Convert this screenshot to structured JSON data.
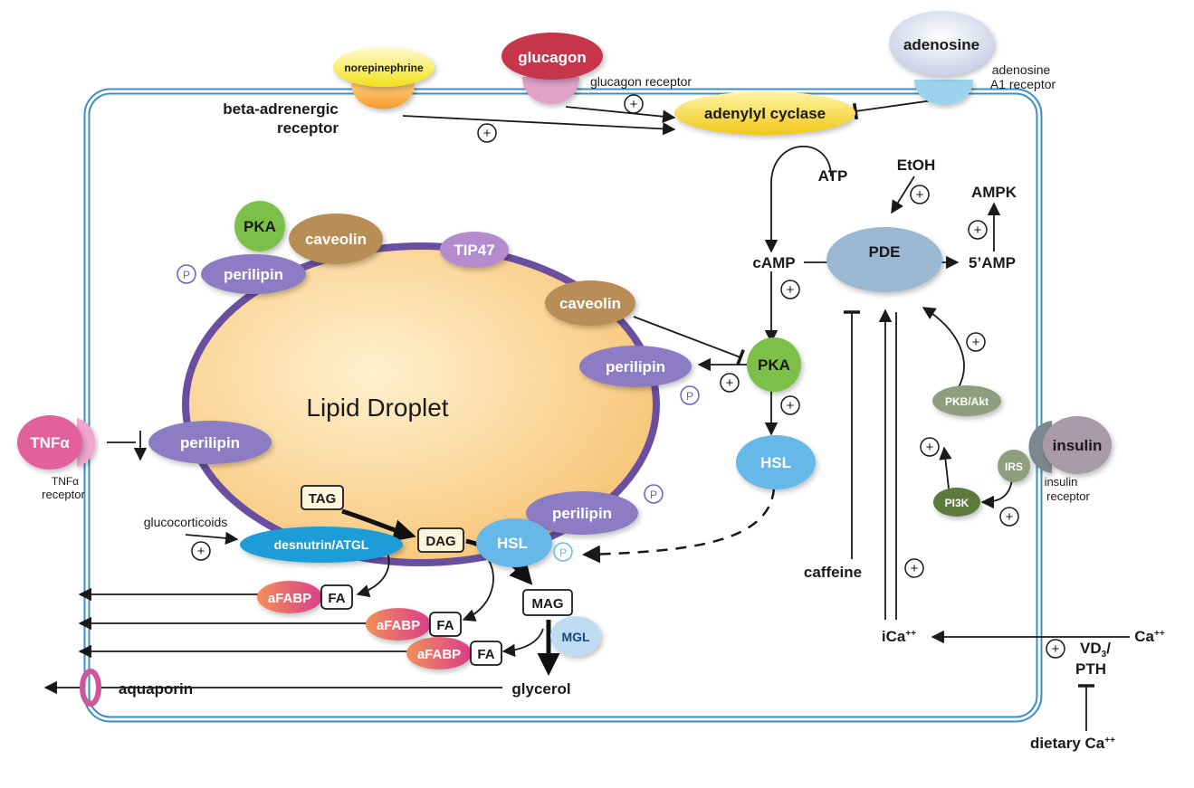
{
  "labels": {
    "norepinephrine": "norepinephrine",
    "glucagon": "glucagon",
    "glucagon_receptor": "glucagon receptor",
    "adenosine": "adenosine",
    "adenosine_a1_receptor": "adenosine\nA1 receptor",
    "beta_adrenergic_receptor": "beta-adrenergic\nreceptor",
    "adenylyl_cyclase": "adenylyl cyclase",
    "atp": "ATP",
    "etoh": "EtOH",
    "ampk": "AMPK",
    "pde": "PDE",
    "camp": "cAMP",
    "five_amp": "5’AMP",
    "pka": "PKA",
    "caveolin": "caveolin",
    "tip47": "TIP47",
    "perilipin": "perilipin",
    "phospho": "P",
    "lipid_droplet": "Lipid Droplet",
    "tnf_alpha": "TNFα",
    "tnf_alpha_receptor": "TNFα\nreceptor",
    "glucocorticoids": "glucocorticoids",
    "desnutrin_atgl": "desnutrin/ATGL",
    "tag": "TAG",
    "dag": "DAG",
    "mag": "MAG",
    "hsl": "HSL",
    "mgl": "MGL",
    "afabp": "aFABP",
    "fa": "FA",
    "aquaporin": "aquaporin",
    "glycerol": "glycerol",
    "caffeine": "caffeine",
    "ica": "iCa++",
    "ca": "Ca++",
    "vd3_pth": "VD3/\nPTH",
    "dietary_ca": "dietary Ca++",
    "insulin": "insulin",
    "insulin_receptor": "insulin\nreceptor",
    "irs": "IRS",
    "pi3k": "PI3K",
    "pkb_akt": "PKB/Akt",
    "plus": "⊕"
  },
  "colors": {
    "membrane": "#3a8fc4",
    "droplet_rim": "#6a4fa0",
    "droplet_fill": "#fbd690",
    "perilipin": "#8b7bc4",
    "pka": "#7cc04a",
    "caveolin": "#b98d57",
    "adenylyl_cyclase": "#f2d21e",
    "pde": "#9bb8d2",
    "hsl": "#66b8e8",
    "atgl": "#1c9dd8",
    "afabp": "#e5537a",
    "tnf": "#e2609c",
    "glucagon": "#c7364c",
    "insulin": "#a89aa6",
    "aquaporin": "#d0559a",
    "akt": "#8f9e7e",
    "pi3k": "#5c7a3a"
  }
}
